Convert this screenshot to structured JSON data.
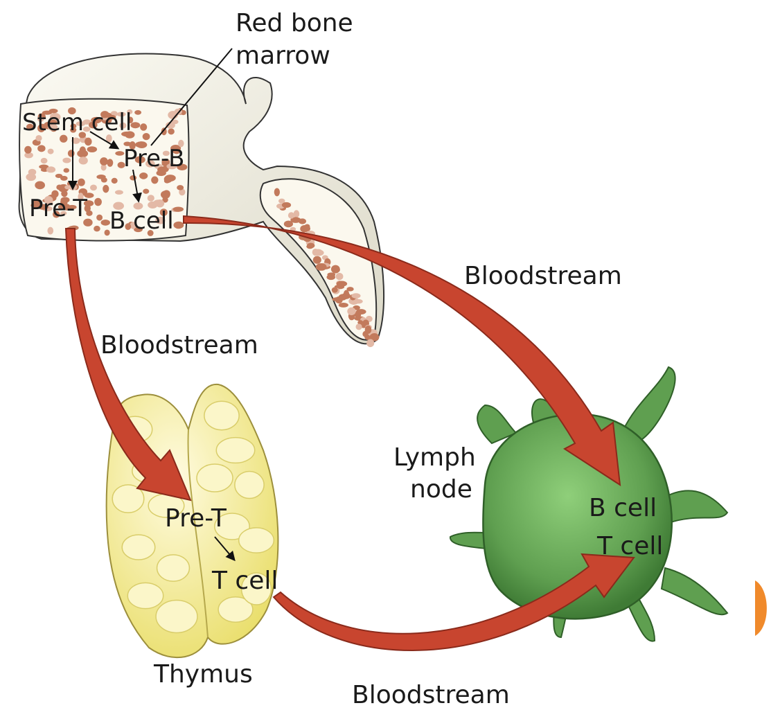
{
  "labels": {
    "red_bone_marrow_line1": "Red bone",
    "red_bone_marrow_line2": "marrow",
    "stem_cell": "Stem cell",
    "pre_b": "Pre-B",
    "pre_t_marrow": "Pre-T",
    "b_cell_marrow": "B cell",
    "bloodstream_upper_right": "Bloodstream",
    "bloodstream_left": "Bloodstream",
    "bloodstream_bottom": "Bloodstream",
    "lymph_node_line1": "Lymph",
    "lymph_node_line2": "node",
    "b_cell_lymph": "B cell",
    "t_cell_lymph": "T cell",
    "pre_t_thymus": "Pre-T",
    "t_cell_thymus": "T cell",
    "thymus": "Thymus"
  },
  "icons": {
    "bone": "bone-icon",
    "thymus": "thymus-icon",
    "lymph_node": "lymph-node-icon"
  },
  "colors": {
    "arrow": "#c8452f",
    "arrow_edge": "#8a2a1b",
    "bone": "#f1efe6",
    "marrow_dots": "#c27a5c",
    "thymus": "#f3eb8c",
    "thymus_lobe": "#fbf6c9",
    "lymph": "#6fae5e",
    "lymph_dark": "#3f7b35",
    "slide_marker": "#f08a2b"
  }
}
